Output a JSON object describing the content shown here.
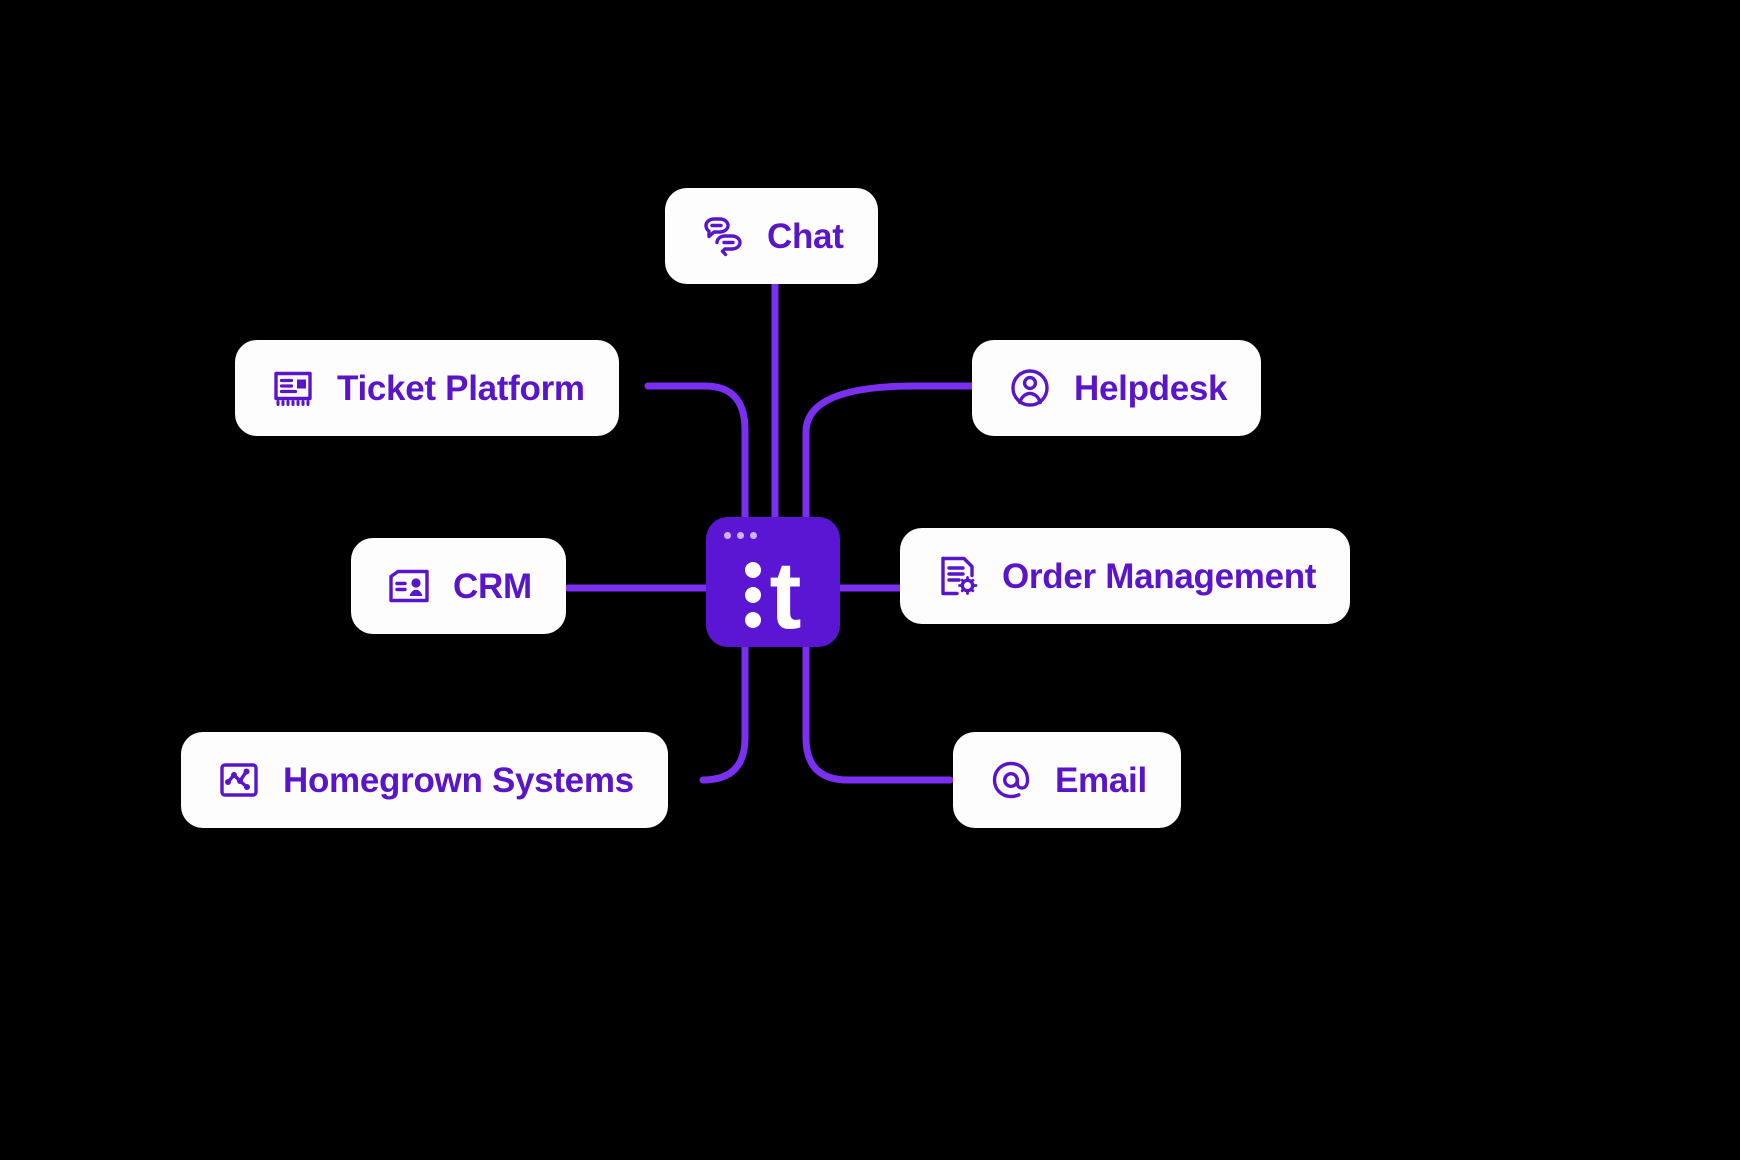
{
  "theme": {
    "background": "#000000",
    "card_background": "#fdfdfd",
    "accent_purple": "#5b15c9",
    "hub_purple": "#5a16d2",
    "connector_purple": "#7b2ff0",
    "hub_dot_light": "#cfb4f5"
  },
  "diagram": {
    "type": "hub-and-spoke",
    "hub": {
      "name": "thankful-logo",
      "glyph": ":t",
      "dot_count": 3,
      "top_dots": 3
    },
    "nodes": [
      {
        "id": "chat",
        "label": "Chat",
        "icon": "chat-bubbles-icon",
        "position": "top-center"
      },
      {
        "id": "ticket-platform",
        "label": "Ticket Platform",
        "icon": "ticket-article-icon",
        "position": "upper-left"
      },
      {
        "id": "helpdesk",
        "label": "Helpdesk",
        "icon": "agent-circle-icon",
        "position": "upper-right"
      },
      {
        "id": "crm",
        "label": "CRM",
        "icon": "contact-card-icon",
        "position": "middle-left"
      },
      {
        "id": "order-management",
        "label": "Order Management",
        "icon": "document-gear-icon",
        "position": "middle-right"
      },
      {
        "id": "homegrown",
        "label": "Homegrown Systems",
        "icon": "network-nodes-icon",
        "position": "lower-left"
      },
      {
        "id": "email",
        "label": "Email",
        "icon": "at-sign-icon",
        "position": "lower-right"
      }
    ]
  }
}
